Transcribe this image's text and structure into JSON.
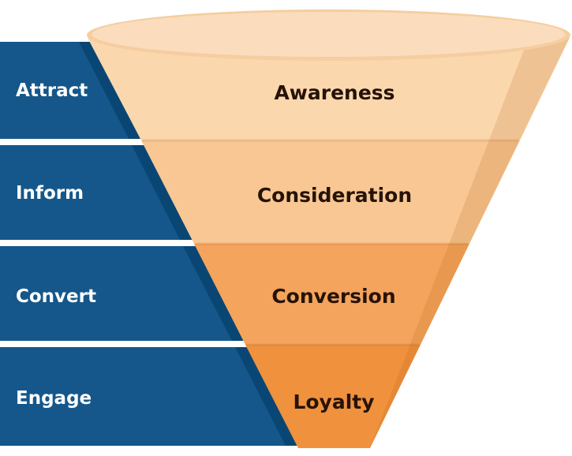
{
  "diagram_type": "marketing-funnel",
  "journey": {
    "steps": [
      {
        "label": "Attract"
      },
      {
        "label": "Inform"
      },
      {
        "label": "Convert"
      },
      {
        "label": "Engage"
      }
    ],
    "band_color": "#15578A",
    "shadow_color": "#0A4674",
    "label_color": "#FFFFFF",
    "separator_color": "#FFFFFF"
  },
  "funnel": {
    "stages": [
      {
        "label": "Awareness",
        "color": "#FBD7AD"
      },
      {
        "label": "Consideration",
        "color": "#F8C794"
      },
      {
        "label": "Conversion",
        "color": "#F4A45C"
      },
      {
        "label": "Loyalty",
        "color": "#F0913D"
      }
    ],
    "top_rim_color": "#F5CDA0",
    "top_inner_color": "#FBDDBD",
    "side_shade_color": "#B35F14",
    "divider_color": "#8A4A10",
    "label_color": "#261307"
  },
  "background_color": "#FFFFFF"
}
